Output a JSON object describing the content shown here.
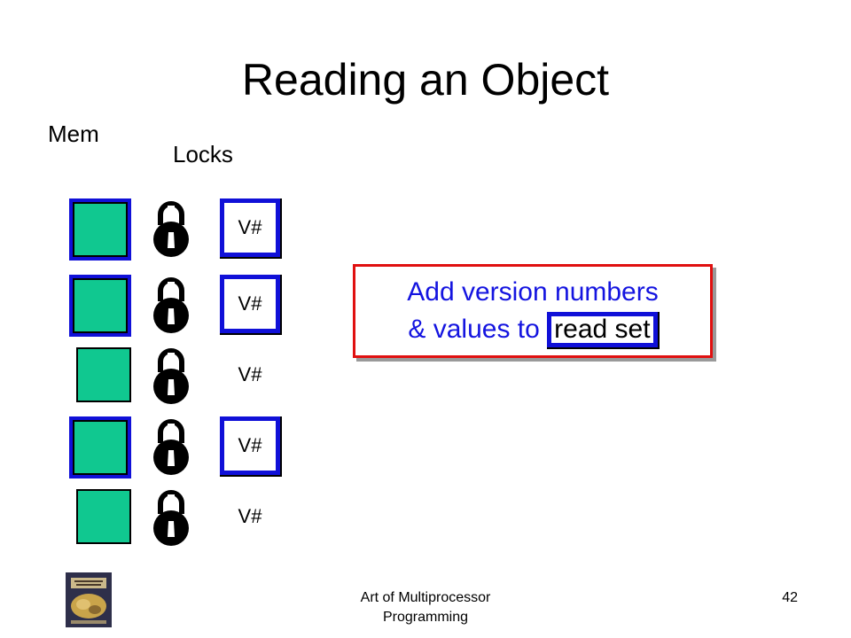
{
  "title": "Reading an Object",
  "labels": {
    "mem": "Mem",
    "locks": "Locks"
  },
  "rows": [
    {
      "version": "V#",
      "mem_in_read_set": true,
      "version_in_read_set": true
    },
    {
      "version": "V#",
      "mem_in_read_set": true,
      "version_in_read_set": true
    },
    {
      "version": "V#",
      "mem_in_read_set": false,
      "version_in_read_set": false
    },
    {
      "version": "V#",
      "mem_in_read_set": true,
      "version_in_read_set": true
    },
    {
      "version": "V#",
      "mem_in_read_set": false,
      "version_in_read_set": false
    }
  ],
  "callout": {
    "line1": "Add version numbers",
    "line2_prefix": "& values to ",
    "line2_highlight": "read set"
  },
  "footer": {
    "course_line1": "Art of Multiprocessor",
    "course_line2": "Programming",
    "page_number": "42"
  },
  "colors": {
    "memory_cell": "#10c890",
    "read_set_frame": "#1010d8",
    "lock": "#000000",
    "callout_border": "#e01010",
    "callout_text": "#1414e0"
  },
  "icons": {
    "lock": "padlock-icon",
    "book": "book-cover-icon"
  }
}
